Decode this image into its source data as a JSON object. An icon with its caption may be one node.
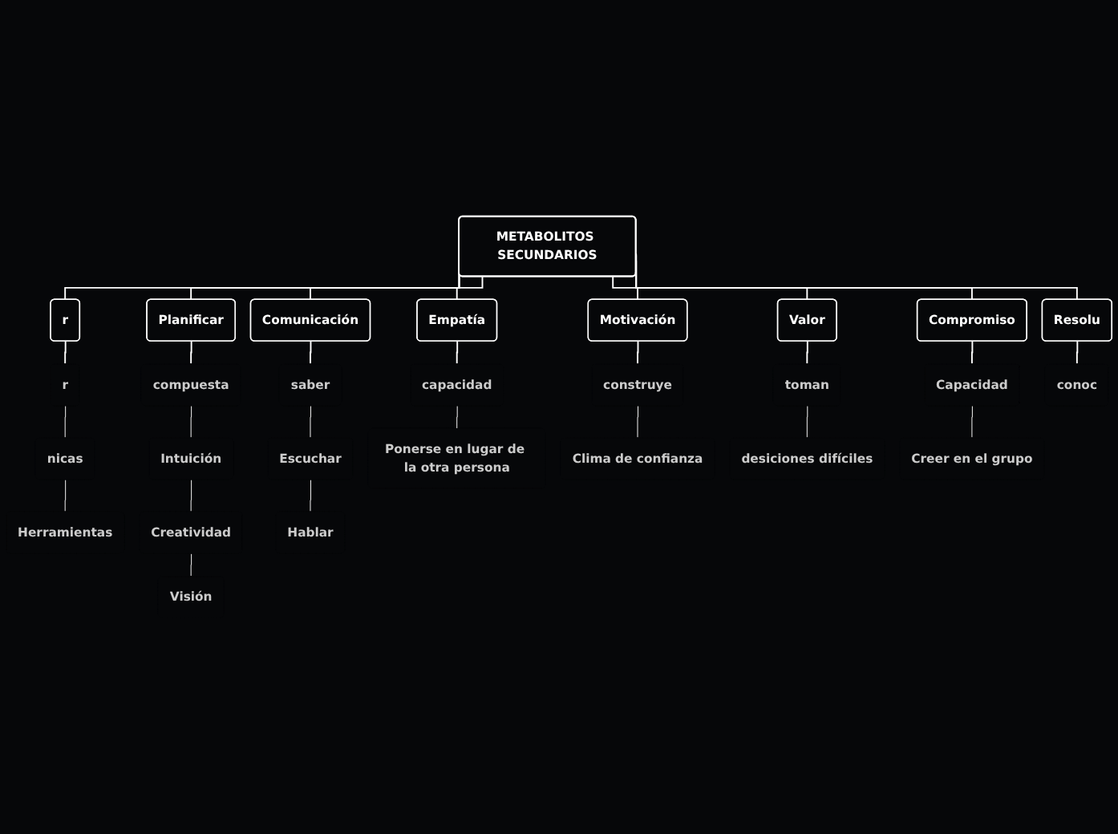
{
  "diagram": {
    "nodes": [
      {
        "text": [
          "METABOLITOS SECUNDARIOS"
        ]
      },
      {
        "text": [
          "r"
        ]
      },
      {
        "text": [
          "r"
        ]
      },
      {
        "text": [
          "nicas"
        ]
      },
      {
        "text": [
          "Herramientas"
        ]
      },
      {
        "text": [
          "Planificar"
        ]
      },
      {
        "text": [
          "compuesta"
        ]
      },
      {
        "text": [
          "Intuición"
        ]
      },
      {
        "text": [
          "Creatividad"
        ]
      },
      {
        "text": [
          "Visión"
        ]
      },
      {
        "text": [
          "Comunicación"
        ]
      },
      {
        "text": [
          "saber"
        ]
      },
      {
        "text": [
          "Escuchar"
        ]
      },
      {
        "text": [
          "Hablar"
        ]
      },
      {
        "text": [
          "Empatía"
        ]
      },
      {
        "text": [
          "capacidad"
        ]
      },
      {
        "text": [
          "Ponerse en lugar de la otra persona"
        ]
      },
      {
        "text": [
          "Motivación"
        ]
      },
      {
        "text": [
          "construye"
        ]
      },
      {
        "text": [
          "Clima de confianza"
        ]
      },
      {
        "text": [
          "Valor"
        ]
      },
      {
        "text": [
          "toman"
        ]
      },
      {
        "text": [
          "desiciones difíciles"
        ]
      },
      {
        "text": [
          "Compromiso"
        ]
      },
      {
        "text": [
          "Capacidad"
        ]
      },
      {
        "text": [
          "Creer en el grupo"
        ]
      },
      {
        "text": [
          "Resolu"
        ]
      },
      {
        "text": [
          "conoc"
        ]
      }
    ],
    "edges": [
      {
        "from": 0,
        "to": 1,
        "arrow": "none"
      },
      {
        "from": 0,
        "to": 5,
        "arrow": "none"
      },
      {
        "from": 0,
        "to": 10,
        "arrow": "none"
      },
      {
        "from": 0,
        "to": 14,
        "arrow": "none"
      },
      {
        "from": 0,
        "to": 17,
        "arrow": "none"
      },
      {
        "from": 0,
        "to": 20,
        "arrow": "none"
      },
      {
        "from": 0,
        "to": 23,
        "arrow": "none"
      },
      {
        "from": 0,
        "to": 26,
        "arrow": "none"
      },
      {
        "from": 1,
        "to": 2,
        "arrow": "none"
      },
      {
        "from": 2,
        "to": 3,
        "arrow": "none"
      },
      {
        "from": 3,
        "to": 4,
        "arrow": "none"
      },
      {
        "from": 5,
        "to": 6,
        "arrow": "none"
      },
      {
        "from": 6,
        "to": 7,
        "arrow": "none"
      },
      {
        "from": 7,
        "to": 8,
        "arrow": "none"
      },
      {
        "from": 8,
        "to": 9,
        "arrow": "none"
      },
      {
        "from": 10,
        "to": 11,
        "arrow": "none"
      },
      {
        "from": 11,
        "to": 12,
        "arrow": "none"
      },
      {
        "from": 12,
        "to": 13,
        "arrow": "none"
      },
      {
        "from": 14,
        "to": 15,
        "arrow": "none"
      },
      {
        "from": 15,
        "to": 16,
        "arrow": "none"
      },
      {
        "from": 17,
        "to": 18,
        "arrow": "none"
      },
      {
        "from": 18,
        "to": 19,
        "arrow": "none"
      },
      {
        "from": 20,
        "to": 21,
        "arrow": "none"
      },
      {
        "from": 21,
        "to": 22,
        "arrow": "none"
      },
      {
        "from": 23,
        "to": 24,
        "arrow": "none"
      },
      {
        "from": 24,
        "to": 25,
        "arrow": "none"
      },
      {
        "from": 26,
        "to": 27,
        "arrow": "none"
      }
    ]
  }
}
